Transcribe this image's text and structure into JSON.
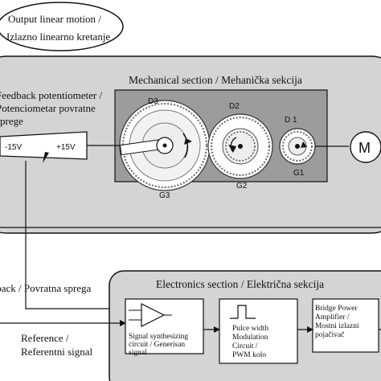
{
  "callout": {
    "line1": "Output linear motion /",
    "line2": "Izlazno linearno kretanje"
  },
  "mechanical": {
    "title": "Mechanical section / Mehanička sekcija",
    "gear_labels": [
      "D3",
      "D2",
      "D 1",
      "G3",
      "G2",
      "G1"
    ],
    "motor_label": "M"
  },
  "feedback_pot": {
    "line1": "Feedback potentiometer /",
    "line2": "Potenciometar povratne",
    "line3": "sprege",
    "minus": "-15V",
    "plus": "+15V"
  },
  "feedback_signal": "Feedback / Povratna sprega",
  "reference": {
    "line1": "Reference /",
    "line2": "Referentni signal"
  },
  "electronics": {
    "title": "Electronics section / Električna sekcija",
    "block1": [
      "Signal synthesizing",
      "circuit / Generisan",
      "signal"
    ],
    "block2": [
      "Pulce width",
      "Modulation",
      "Circuit /",
      "PWM kolo"
    ],
    "block3": [
      "Bridge Power",
      "Amplifier /",
      "Mostni izlazni",
      "pojačivač"
    ]
  },
  "colors": {
    "panel": "#d4d4d4",
    "inner": "#9c9c9c",
    "stroke": "#111111"
  }
}
